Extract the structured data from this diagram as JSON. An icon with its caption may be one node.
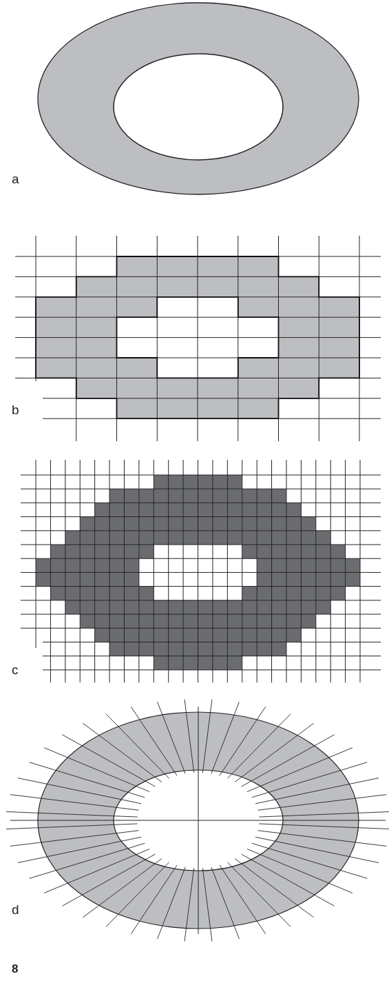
{
  "diagram": {
    "labels": [
      "a",
      "b",
      "c",
      "d",
      "8"
    ]
  }
}
